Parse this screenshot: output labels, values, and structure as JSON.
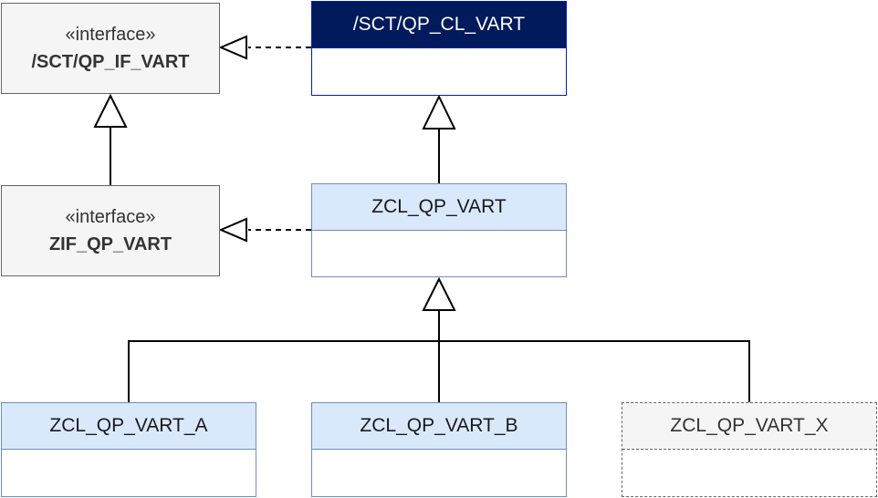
{
  "interfaces": {
    "sct": {
      "stereotype": "«interface»",
      "name": "/SCT/QP_IF_VART"
    },
    "zif": {
      "stereotype": "«interface»",
      "name": "ZIF_QP_VART"
    }
  },
  "classes": {
    "sct_cl": {
      "name": "/SCT/QP_CL_VART"
    },
    "zcl": {
      "name": "ZCL_QP_VART"
    },
    "zcl_a": {
      "name": "ZCL_QP_VART_A"
    },
    "zcl_b": {
      "name": "ZCL_QP_VART_B"
    },
    "zcl_x": {
      "name": "ZCL_QP_VART_X"
    }
  },
  "colors": {
    "interface_fill": "#f5f5f5",
    "interface_stroke": "#666666",
    "class_fill": "#dae8fc",
    "class_stroke": "#6c8ebf",
    "sct_class_fill": "#001a5c",
    "sct_class_stroke": "#001dbc"
  }
}
